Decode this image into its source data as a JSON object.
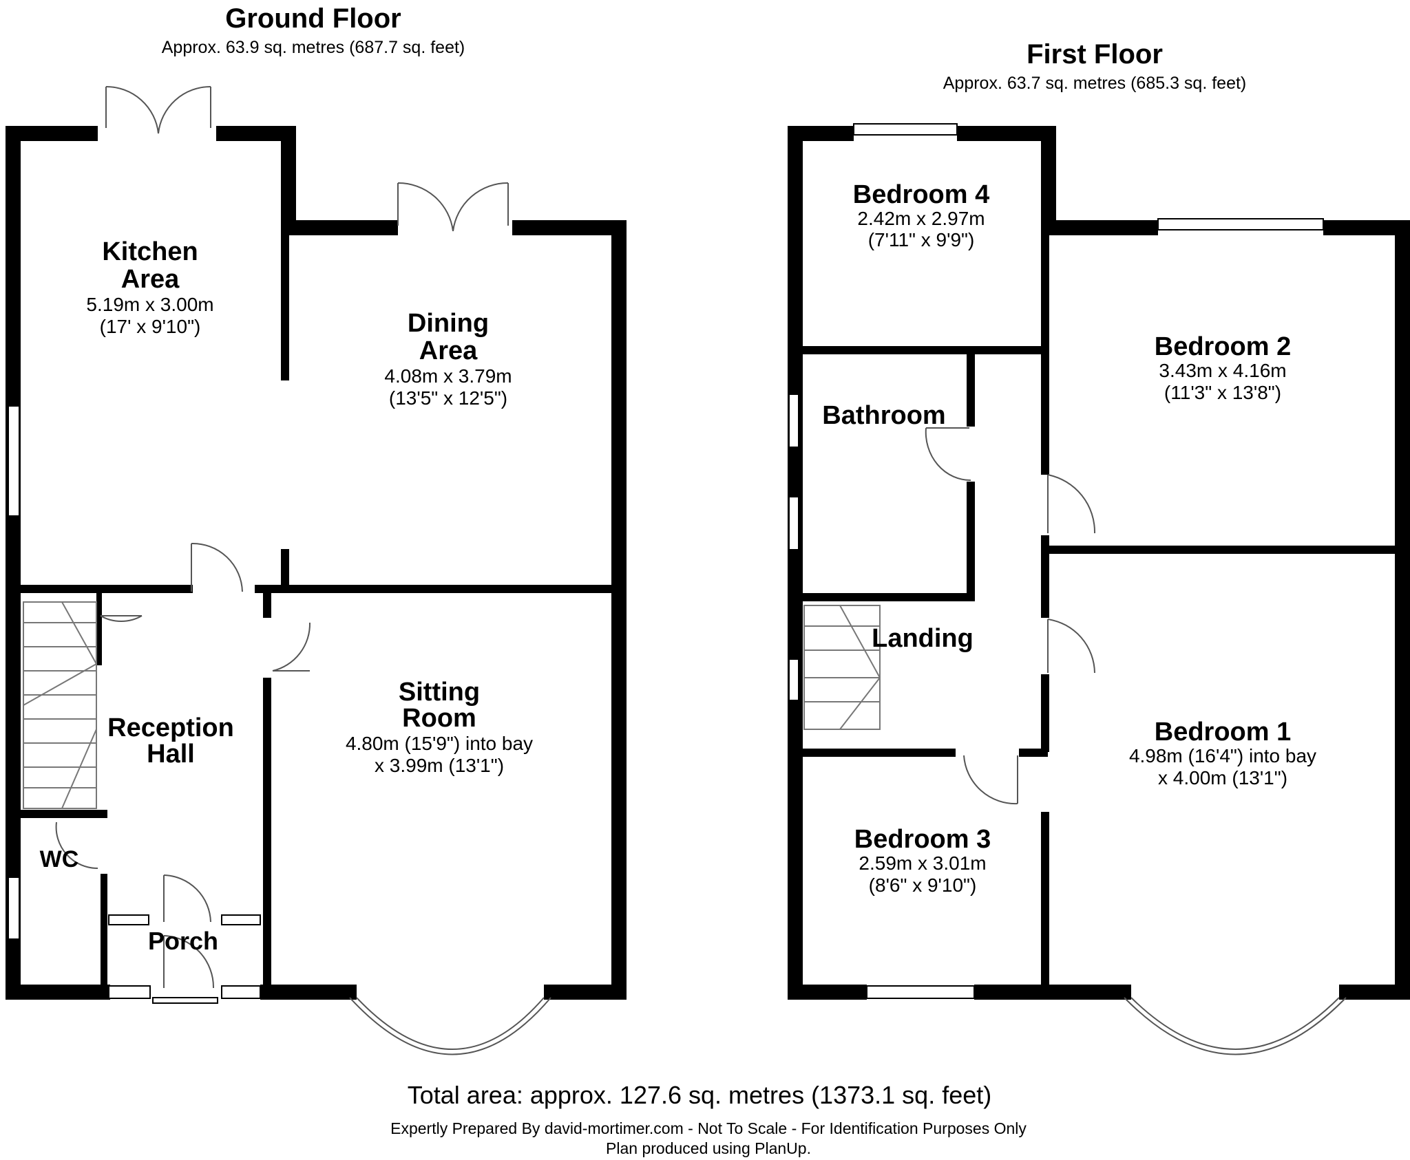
{
  "ground_floor": {
    "title": "Ground Floor",
    "area": "Approx. 63.9 sq. metres (687.7 sq. feet)",
    "rooms": {
      "kitchen": {
        "name_1": "Kitchen",
        "name_2": "Area",
        "dim_1": "5.19m x 3.00m",
        "dim_2": "(17' x 9'10\")"
      },
      "dining": {
        "name_1": "Dining",
        "name_2": "Area",
        "dim_1": "4.08m x 3.79m",
        "dim_2": "(13'5\" x 12'5\")"
      },
      "sitting": {
        "name_1": "Sitting",
        "name_2": "Room",
        "dim_1": "4.80m (15'9\") into bay",
        "dim_2": "x 3.99m (13'1\")"
      },
      "reception": {
        "name_1": "Reception",
        "name_2": "Hall"
      },
      "wc": {
        "name": "WC"
      },
      "porch": {
        "name": "Porch"
      }
    }
  },
  "first_floor": {
    "title": "First Floor",
    "area": "Approx. 63.7 sq. metres (685.3 sq. feet)",
    "rooms": {
      "bedroom4": {
        "name": "Bedroom 4",
        "dim_1": "2.42m x 2.97m",
        "dim_2": "(7'11\" x 9'9\")"
      },
      "bedroom2": {
        "name": "Bedroom 2",
        "dim_1": "3.43m x 4.16m",
        "dim_2": "(11'3\" x 13'8\")"
      },
      "bathroom": {
        "name": "Bathroom"
      },
      "landing": {
        "name": "Landing"
      },
      "bedroom1": {
        "name": "Bedroom 1",
        "dim_1": "4.98m (16'4\") into bay",
        "dim_2": "x 4.00m (13'1\")"
      },
      "bedroom3": {
        "name": "Bedroom 3",
        "dim_1": "2.59m x 3.01m",
        "dim_2": "(8'6\" x 9'10\")"
      }
    }
  },
  "total_area": "Total area: approx. 127.6 sq. metres (1373.1 sq. feet)",
  "footer": {
    "line_1": "Expertly Prepared By david-mortimer.com - Not To Scale - For Identification Purposes Only",
    "line_2": "Plan produced using PlanUp."
  },
  "colors": {
    "wall": "#000000",
    "background": "#ffffff",
    "fixture_line": "#555555"
  }
}
